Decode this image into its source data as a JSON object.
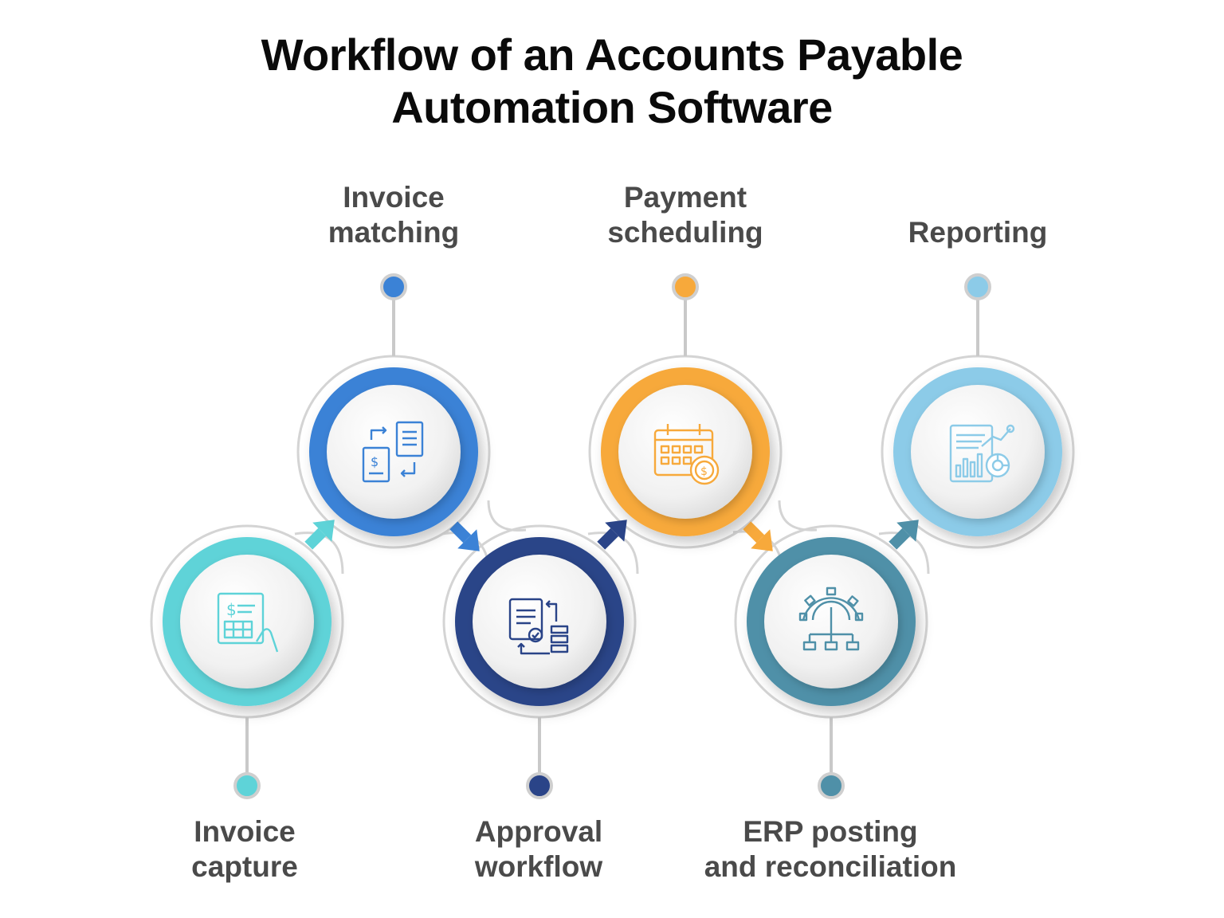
{
  "title": {
    "line1": "Workflow of an Accounts Payable",
    "line2": "Automation Software"
  },
  "steps": [
    {
      "label_line1": "Invoice",
      "label_line2": "capture",
      "color": "#5ed3d8",
      "icon": "invoice-capture-icon"
    },
    {
      "label_line1": "Invoice",
      "label_line2": "matching",
      "color": "#3b82d6",
      "icon": "invoice-matching-icon"
    },
    {
      "label_line1": "Approval",
      "label_line2": "workflow",
      "color": "#2a4488",
      "icon": "approval-workflow-icon"
    },
    {
      "label_line1": "Payment",
      "label_line2": "scheduling",
      "color": "#f7a93b",
      "icon": "payment-calendar-icon"
    },
    {
      "label_line1": "ERP posting",
      "label_line2": "and reconciliation",
      "color": "#4f90a8",
      "icon": "erp-gear-hierarchy-icon"
    },
    {
      "label_line1": "",
      "label_line2": "Reporting",
      "color": "#8ccbe8",
      "icon": "reporting-chart-icon"
    }
  ]
}
